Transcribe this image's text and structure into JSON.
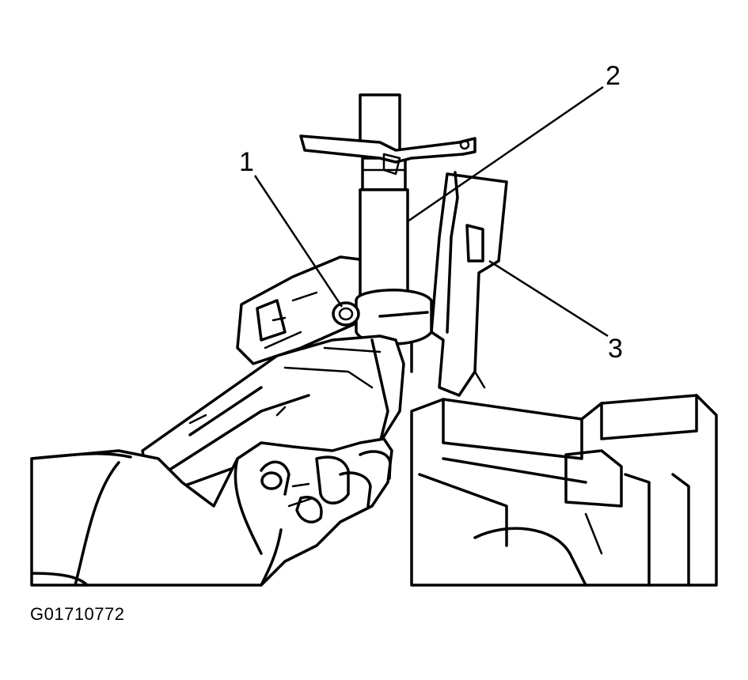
{
  "figure": {
    "id": "G01710772"
  },
  "callouts": [
    {
      "number": "1"
    },
    {
      "number": "2"
    },
    {
      "number": "3"
    }
  ]
}
